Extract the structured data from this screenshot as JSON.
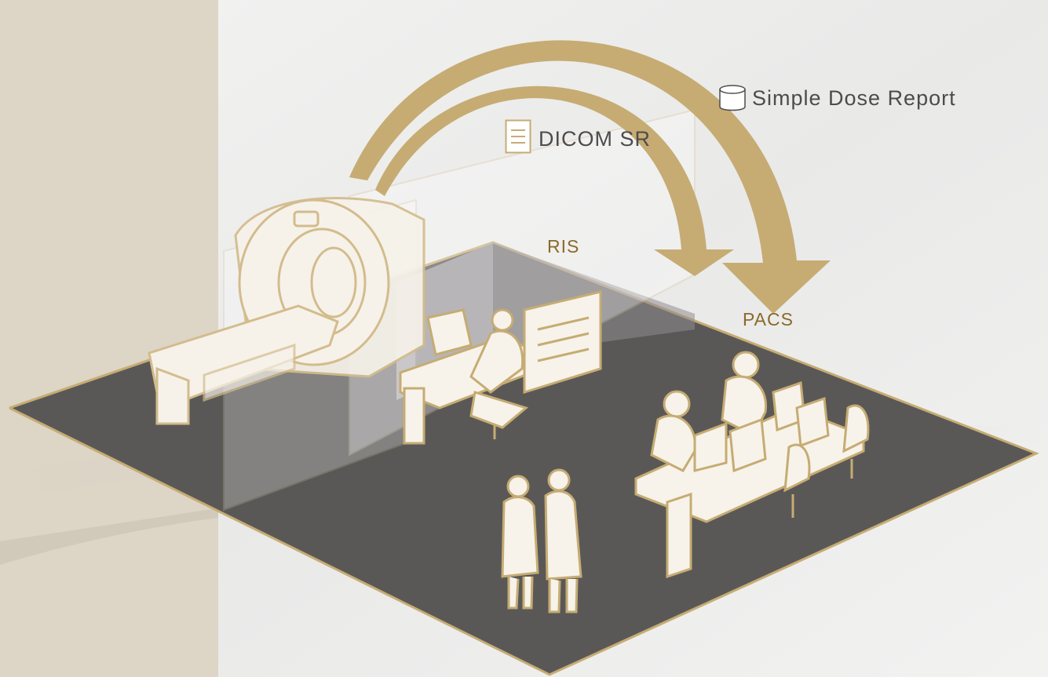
{
  "labels": {
    "simple_dose_report": "Simple Dose Report",
    "dicom_sr": "DICOM SR",
    "ris": "RIS",
    "pacs": "PACS"
  },
  "colors": {
    "gold": "#c6ac73",
    "gold_dark": "#a8894c",
    "floor": "#5a5857",
    "left_band": "#ddd5c6",
    "background": "#ececeb",
    "outline": "#c9b07c"
  },
  "icons": [
    "cylinder-icon",
    "document-icon"
  ]
}
